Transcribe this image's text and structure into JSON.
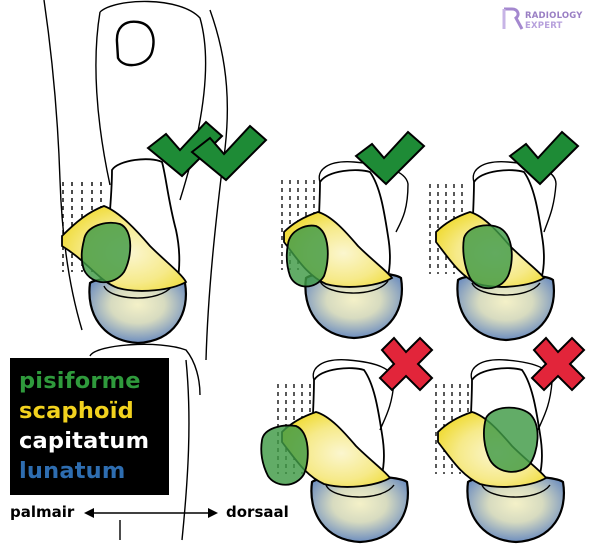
{
  "legend": {
    "items": [
      {
        "label": "pisiforme",
        "color": "#2f9a3c"
      },
      {
        "label": "scaphoïd",
        "color": "#f2d21e"
      },
      {
        "label": "capitatum",
        "color": "#ffffff"
      },
      {
        "label": "lunatum",
        "color": "#2e6db0"
      }
    ]
  },
  "axis": {
    "left_label": "palmair",
    "right_label": "dorsaal"
  },
  "logo": {
    "line1": "RADIOLOGY",
    "line2": "EXPERT"
  },
  "panels": [
    {
      "position": "main",
      "verdict": "correct"
    },
    {
      "position": "top-middle",
      "verdict": "correct"
    },
    {
      "position": "top-right",
      "verdict": "correct"
    },
    {
      "position": "bottom-middle",
      "verdict": "incorrect"
    },
    {
      "position": "bottom-right",
      "verdict": "incorrect"
    }
  ],
  "icons": {
    "correct": "check-mark-icon",
    "incorrect": "cross-mark-icon"
  },
  "colors": {
    "correct": "#1e8b36",
    "incorrect": "#e2253a",
    "pisiform_fill": "#3f9a45",
    "scaphoid_fill": "#f0dd3a",
    "lunate_fill": "#7d9bc8"
  }
}
